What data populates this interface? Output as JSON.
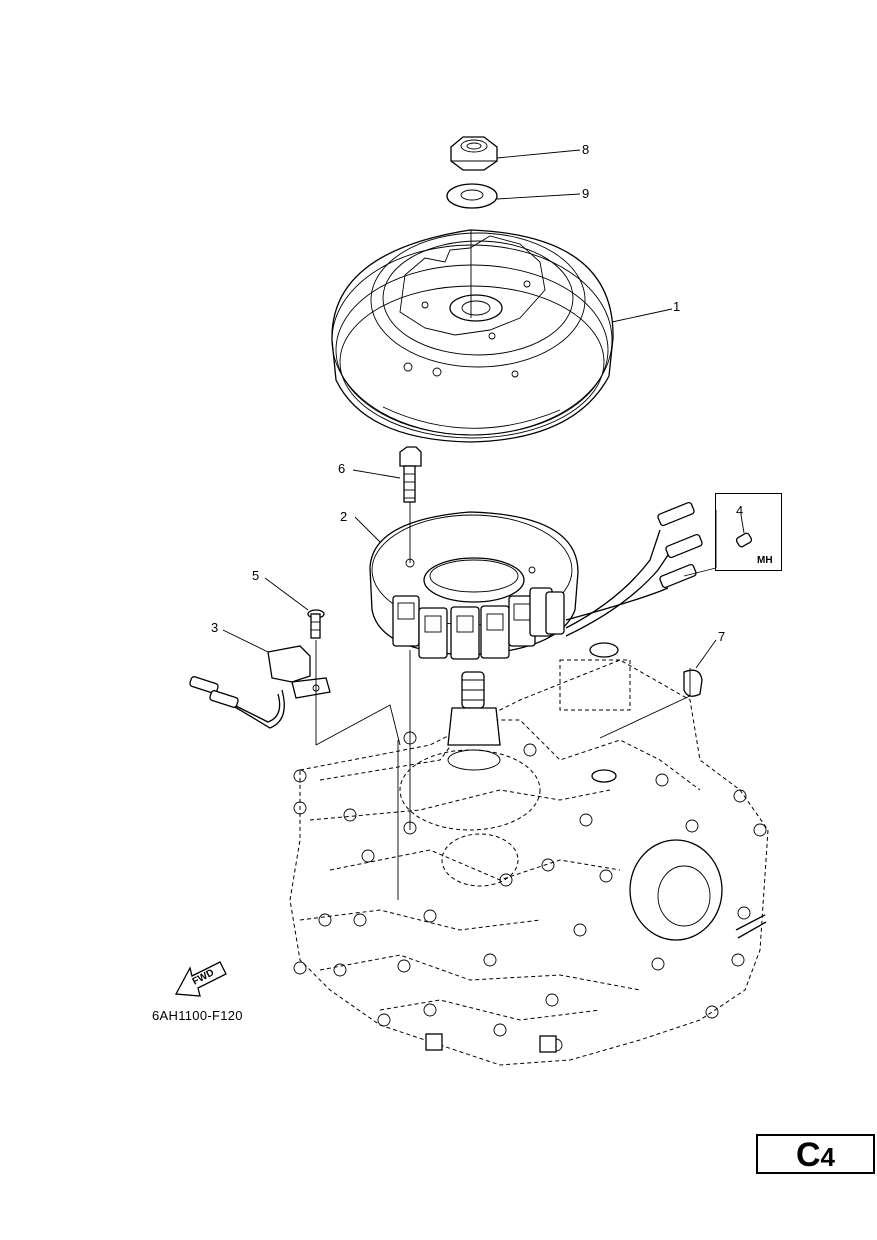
{
  "callouts": [
    {
      "id": "callout-1",
      "number": "1"
    },
    {
      "id": "callout-2",
      "number": "2"
    },
    {
      "id": "callout-3",
      "number": "3"
    },
    {
      "id": "callout-4",
      "number": "4"
    },
    {
      "id": "callout-5",
      "number": "5"
    },
    {
      "id": "callout-6",
      "number": "6"
    },
    {
      "id": "callout-7",
      "number": "7"
    },
    {
      "id": "callout-8",
      "number": "8"
    },
    {
      "id": "callout-9",
      "number": "9"
    }
  ],
  "detail_box": {
    "label": "MH"
  },
  "direction_arrow": {
    "label": "FWD"
  },
  "drawing_code": "6AH1100-F120",
  "page_code": {
    "letter": "C",
    "number": "4"
  }
}
